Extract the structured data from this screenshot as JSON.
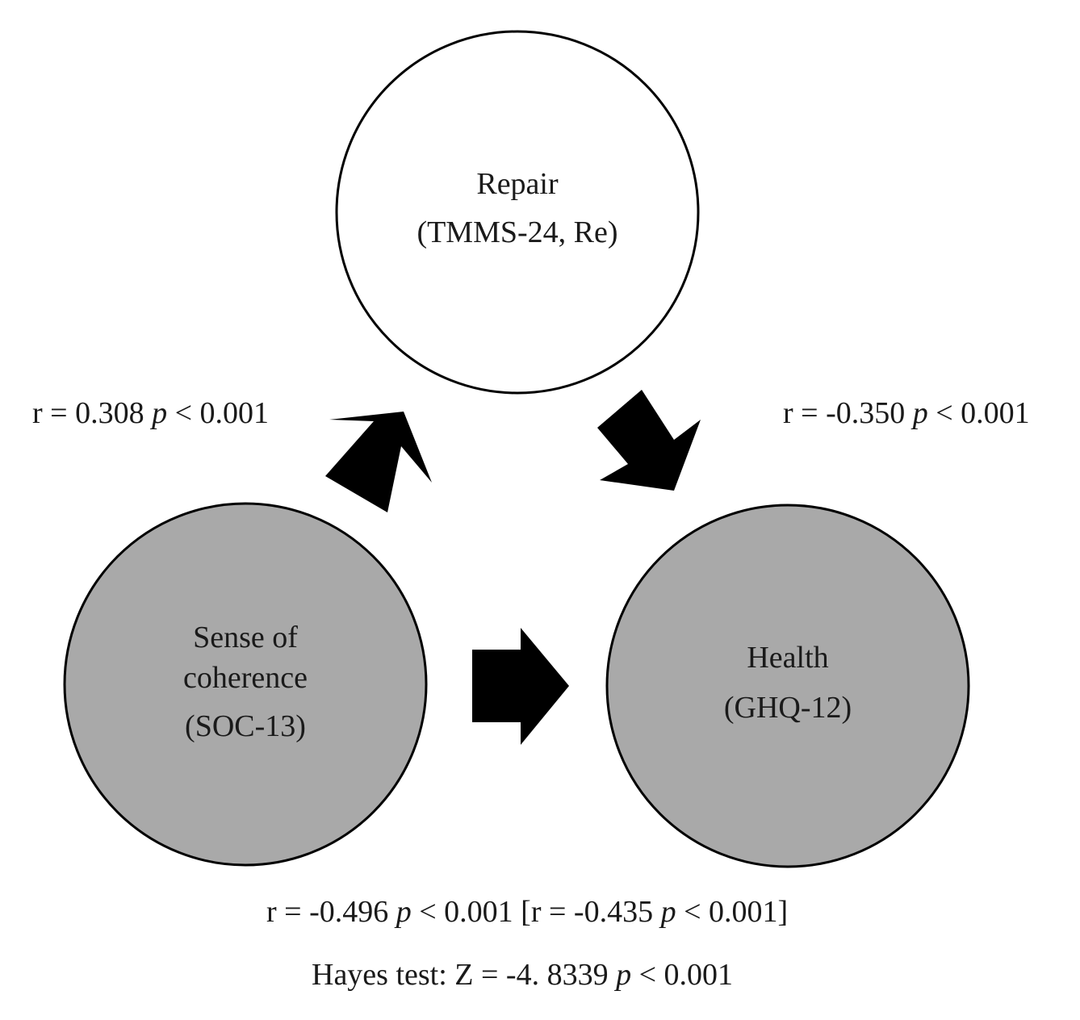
{
  "nodes": {
    "repair": {
      "line1": "Repair",
      "line2": "(TMMS-24,  Re)",
      "fill": "#ffffff"
    },
    "soc": {
      "line1": "Sense of",
      "line2": "coherence",
      "line3": "(SOC-13)",
      "fill": "#a9a9a9"
    },
    "health": {
      "line1": "Health",
      "line2": "(GHQ-12)",
      "fill": "#a9a9a9"
    }
  },
  "edges": {
    "soc_repair": {
      "r": "r = 0.308 ",
      "p": "p",
      "sig": " < 0.001"
    },
    "repair_health": {
      "r": "r = -0.350 ",
      "p": "p",
      "sig": " < 0.001"
    },
    "soc_health": {
      "r": "r = -0.496 ",
      "p": "p",
      "sig": " < 0.001 [r = -0.435 ",
      "p2": "p",
      "sig2": " < 0.001]"
    }
  },
  "hayes": {
    "text": "Hayes test: Z = -4. 8339 ",
    "p": "p",
    "sig": " <  0.001"
  },
  "colors": {
    "stroke": "#000000",
    "arrow": "#000000"
  }
}
